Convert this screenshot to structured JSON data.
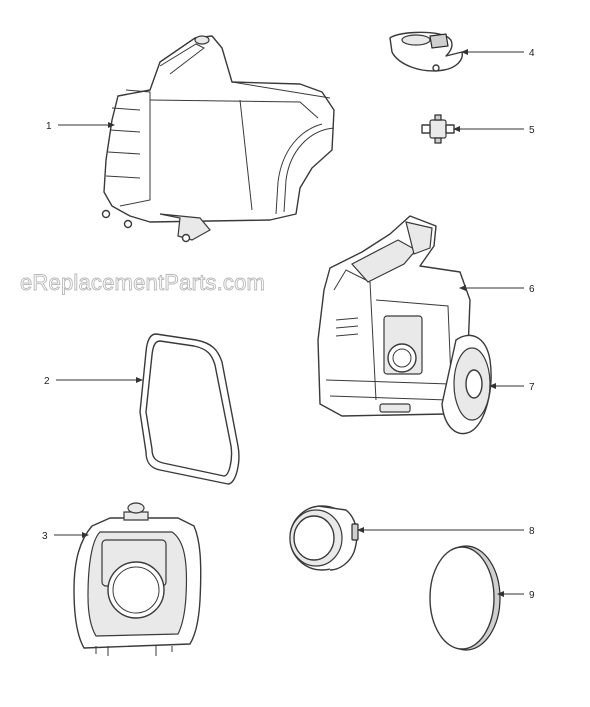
{
  "watermark": "eReplacementParts.com",
  "callouts": [
    {
      "id": "1",
      "label": "1"
    },
    {
      "id": "2",
      "label": "2"
    },
    {
      "id": "3",
      "label": "3"
    },
    {
      "id": "4",
      "label": "4"
    },
    {
      "id": "5",
      "label": "5"
    },
    {
      "id": "6",
      "label": "6"
    },
    {
      "id": "7",
      "label": "7"
    },
    {
      "id": "8",
      "label": "8"
    },
    {
      "id": "9",
      "label": "9"
    }
  ]
}
